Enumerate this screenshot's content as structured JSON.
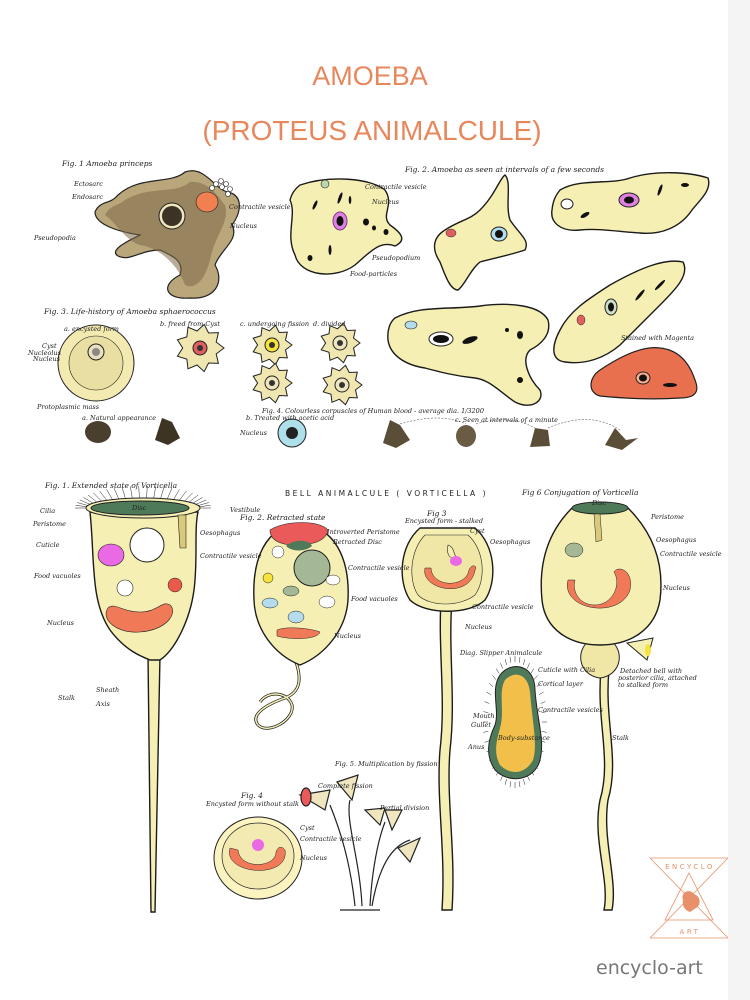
{
  "title": "AMOEBA",
  "subtitle": "(PROTEUS ANIMALCULE)",
  "colors": {
    "title": "#e8875c",
    "cell": "#f6efb4",
    "magenta_stain": "#e8704f",
    "disc": "#4f7a5a",
    "watermark": "#e8906a"
  },
  "amoeba": {
    "fig1": {
      "caption": "Fig. 1   Amoeba princeps",
      "labels": [
        "Ectosarc",
        "Endosarc",
        "Pseudopodia",
        "Contractile vesicle",
        "Nucleus"
      ]
    },
    "fig2": {
      "caption": "Fig. 2.  Amoeba as seen at intervals of a few seconds",
      "labels": [
        "Contractile vesicle",
        "Nucleus",
        "Pseudopodium",
        "Food-particles",
        "Stained with Magenta"
      ]
    },
    "fig3": {
      "caption": "Fig. 3.  Life-history of Amoeba sphaerococcus",
      "labels": [
        "a. encysted form",
        "b. freed from Cyst",
        "c. undergoing fission",
        "d. divided",
        "Cyst",
        "Nucleolus",
        "Nucleus",
        "Protoplasmic mass"
      ]
    },
    "fig4": {
      "caption": "Fig. 4.  Colourless corpuscles of Human blood - average dia. 1/3200",
      "labels": [
        "a. Natural appearance",
        "b. Treated with acetic acid",
        "c. Seen at intervals of a minute",
        "Nucleus"
      ]
    }
  },
  "vorticella": {
    "heading": "BELL ANIMALCULE ( VORTICELLA )",
    "fig1": {
      "caption": "Fig. 1.  Extended state of Vorticella",
      "labels": [
        "Cilia",
        "Peristome",
        "Cuticle",
        "Food vacuoles",
        "Nucleus",
        "Disc",
        "Vestibule",
        "Oesophagus",
        "Contractile vesicle",
        "Stalk",
        "Sheath",
        "Axis"
      ]
    },
    "fig2": {
      "caption": "Fig. 2.  Retracted state",
      "labels": [
        "Introverted Peristome",
        "Retracted Disc",
        "Contractile vesicle",
        "Food vacuoles",
        "Nucleus"
      ]
    },
    "fig3": {
      "caption": "Fig 3",
      "subcaption": "Encysted form - stalked",
      "labels": [
        "Cyst",
        "Oesophagus",
        "Contractile vesicle",
        "Nucleus"
      ]
    },
    "fig6": {
      "caption": "Fig 6  Conjugation of Vorticella",
      "labels": [
        "Disc",
        "Peristome",
        "Oesophagus",
        "Contractile vesicle",
        "Nucleus",
        "Detached bell with",
        "posterior cilia, attached",
        "to stalked form",
        "Stalk"
      ]
    },
    "slipper": {
      "caption": "Diag.   Slipper Animalcule",
      "labels": [
        "Cuticle with Cilia",
        "Cortical layer",
        "Contractile vesicles",
        "Mouth",
        "Gullet",
        "Body-substance",
        "Anus"
      ]
    },
    "fig5": {
      "caption": "Fig. 5. Multiplication by fission",
      "labels": [
        "Complete fission",
        "Partial division"
      ]
    },
    "fig4": {
      "caption": "Fig.  4",
      "subcaption": "Encysted form without stalk",
      "labels": [
        "Cyst",
        "Contractile vesicle",
        "Nucleus"
      ]
    }
  },
  "watermark": {
    "top": "ENCYCLO",
    "bottom": "ART"
  },
  "footer": "encyclo-art"
}
